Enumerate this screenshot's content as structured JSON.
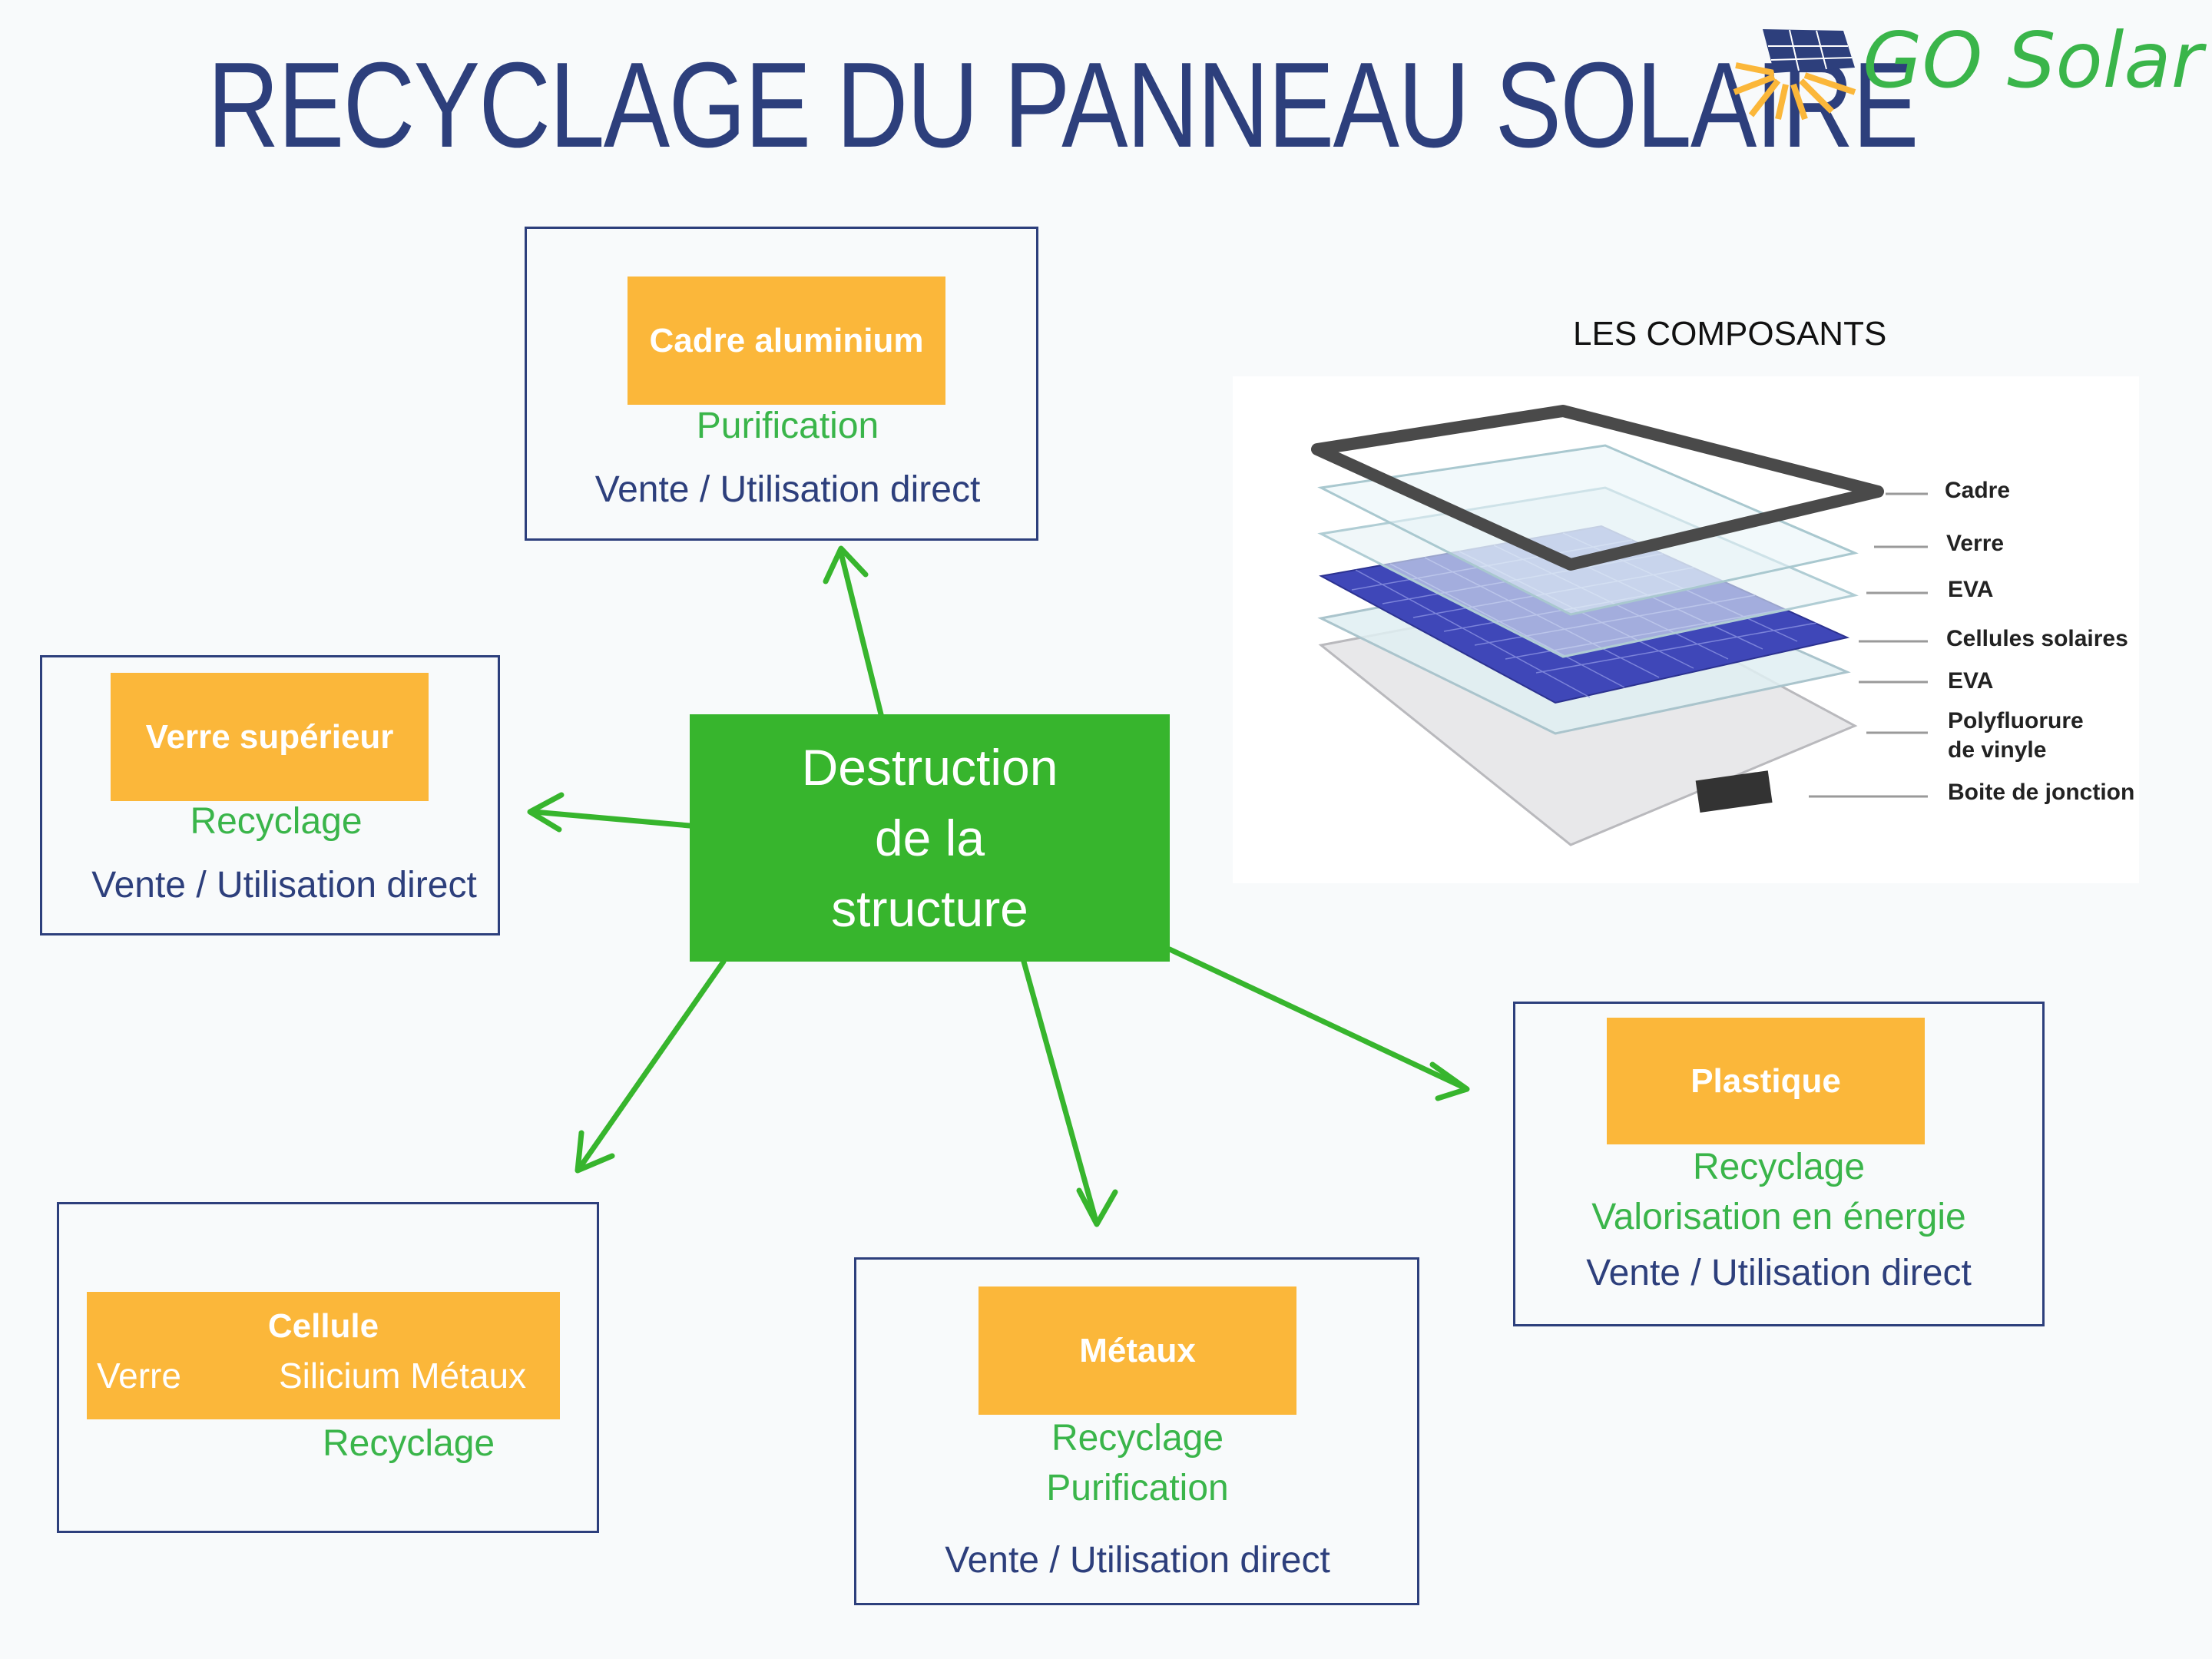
{
  "title": "RECYCLAGE DU PANNEAU SOLAIRE",
  "logo": {
    "text": "GO Solar",
    "icon": "solar-panel-sun-icon"
  },
  "colors": {
    "navy": "#2d3f7c",
    "green": "#3ab54a",
    "orange": "#fbb73a",
    "center_green": "#37b52d"
  },
  "center": {
    "lines": [
      "Destruction",
      "de la",
      "structure"
    ]
  },
  "nodes": {
    "cadre": {
      "label": "Cadre aluminium",
      "process": "Purification",
      "outcome": "Vente / Utilisation direct"
    },
    "verre": {
      "label": "Verre supérieur",
      "process": "Recyclage",
      "outcome": "Vente / Utilisation direct"
    },
    "cellule": {
      "label": "Cellule",
      "sub_left": "Verre",
      "sub_right": "Silicium Métaux",
      "process": "Recyclage"
    },
    "metaux": {
      "label": "Métaux",
      "process1": "Recyclage",
      "process2": "Purification",
      "outcome": "Vente / Utilisation direct"
    },
    "plastique": {
      "label": "Plastique",
      "process1": "Recyclage",
      "process2": "Valorisation en énergie",
      "outcome": "Vente / Utilisation direct"
    }
  },
  "components": {
    "title": "LES COMPOSANTS",
    "items": [
      "Cadre",
      "Verre",
      "EVA",
      "Cellules solaires",
      "EVA",
      "Polyfluorure",
      "de vinyle",
      "Boite de jonction"
    ]
  }
}
